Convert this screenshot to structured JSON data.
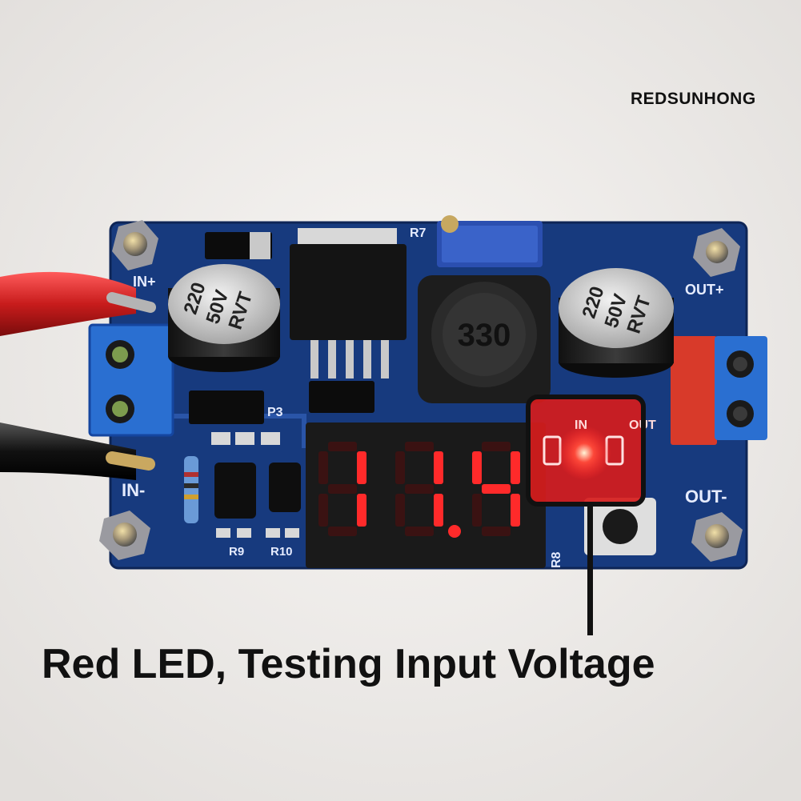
{
  "watermark": "REDSUNHONG",
  "caption": "Red LED, Testing Input Voltage",
  "board": {
    "labels": {
      "in_plus": "IN+",
      "in_minus": "IN-",
      "out_plus": "OUT+",
      "out_minus": "OUT-",
      "p3": "P3",
      "r7": "R7",
      "r8": "R8",
      "r9": "R9",
      "r10": "R10",
      "led_in": "IN",
      "led_out": "OUT"
    },
    "capacitor_left": [
      "220",
      "50V",
      "RVT"
    ],
    "capacitor_right": [
      "220",
      "50V",
      "RVT"
    ],
    "inductor_label": "330",
    "display_reading": "11.4"
  },
  "colors": {
    "pcb": "#1c3f86",
    "segment_on": "#ff2a2a",
    "led_glow": "#ff3b3b",
    "highlight_box": "#111111",
    "terminal_blue": "#2a6fd1",
    "terminal_red": "#d83a2a"
  }
}
